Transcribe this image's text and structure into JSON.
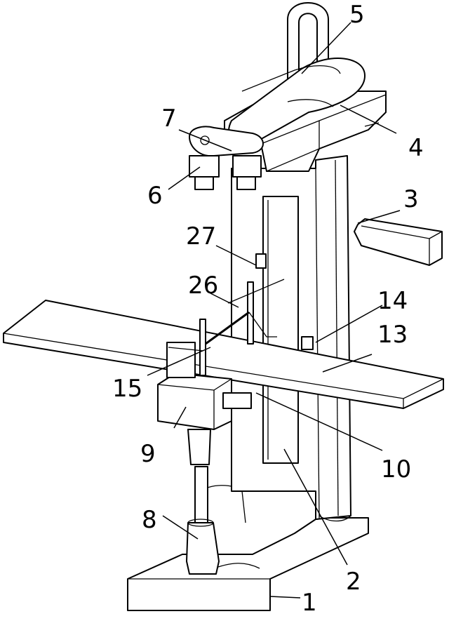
{
  "labels": {
    "l1": "1",
    "l2": "2",
    "l3": "3",
    "l4": "4",
    "l5": "5",
    "l6": "6",
    "l7": "7",
    "l8": "8",
    "l9": "9",
    "l10": "10",
    "l13": "13",
    "l14": "14",
    "l15": "15",
    "l26": "26",
    "l27": "27"
  }
}
